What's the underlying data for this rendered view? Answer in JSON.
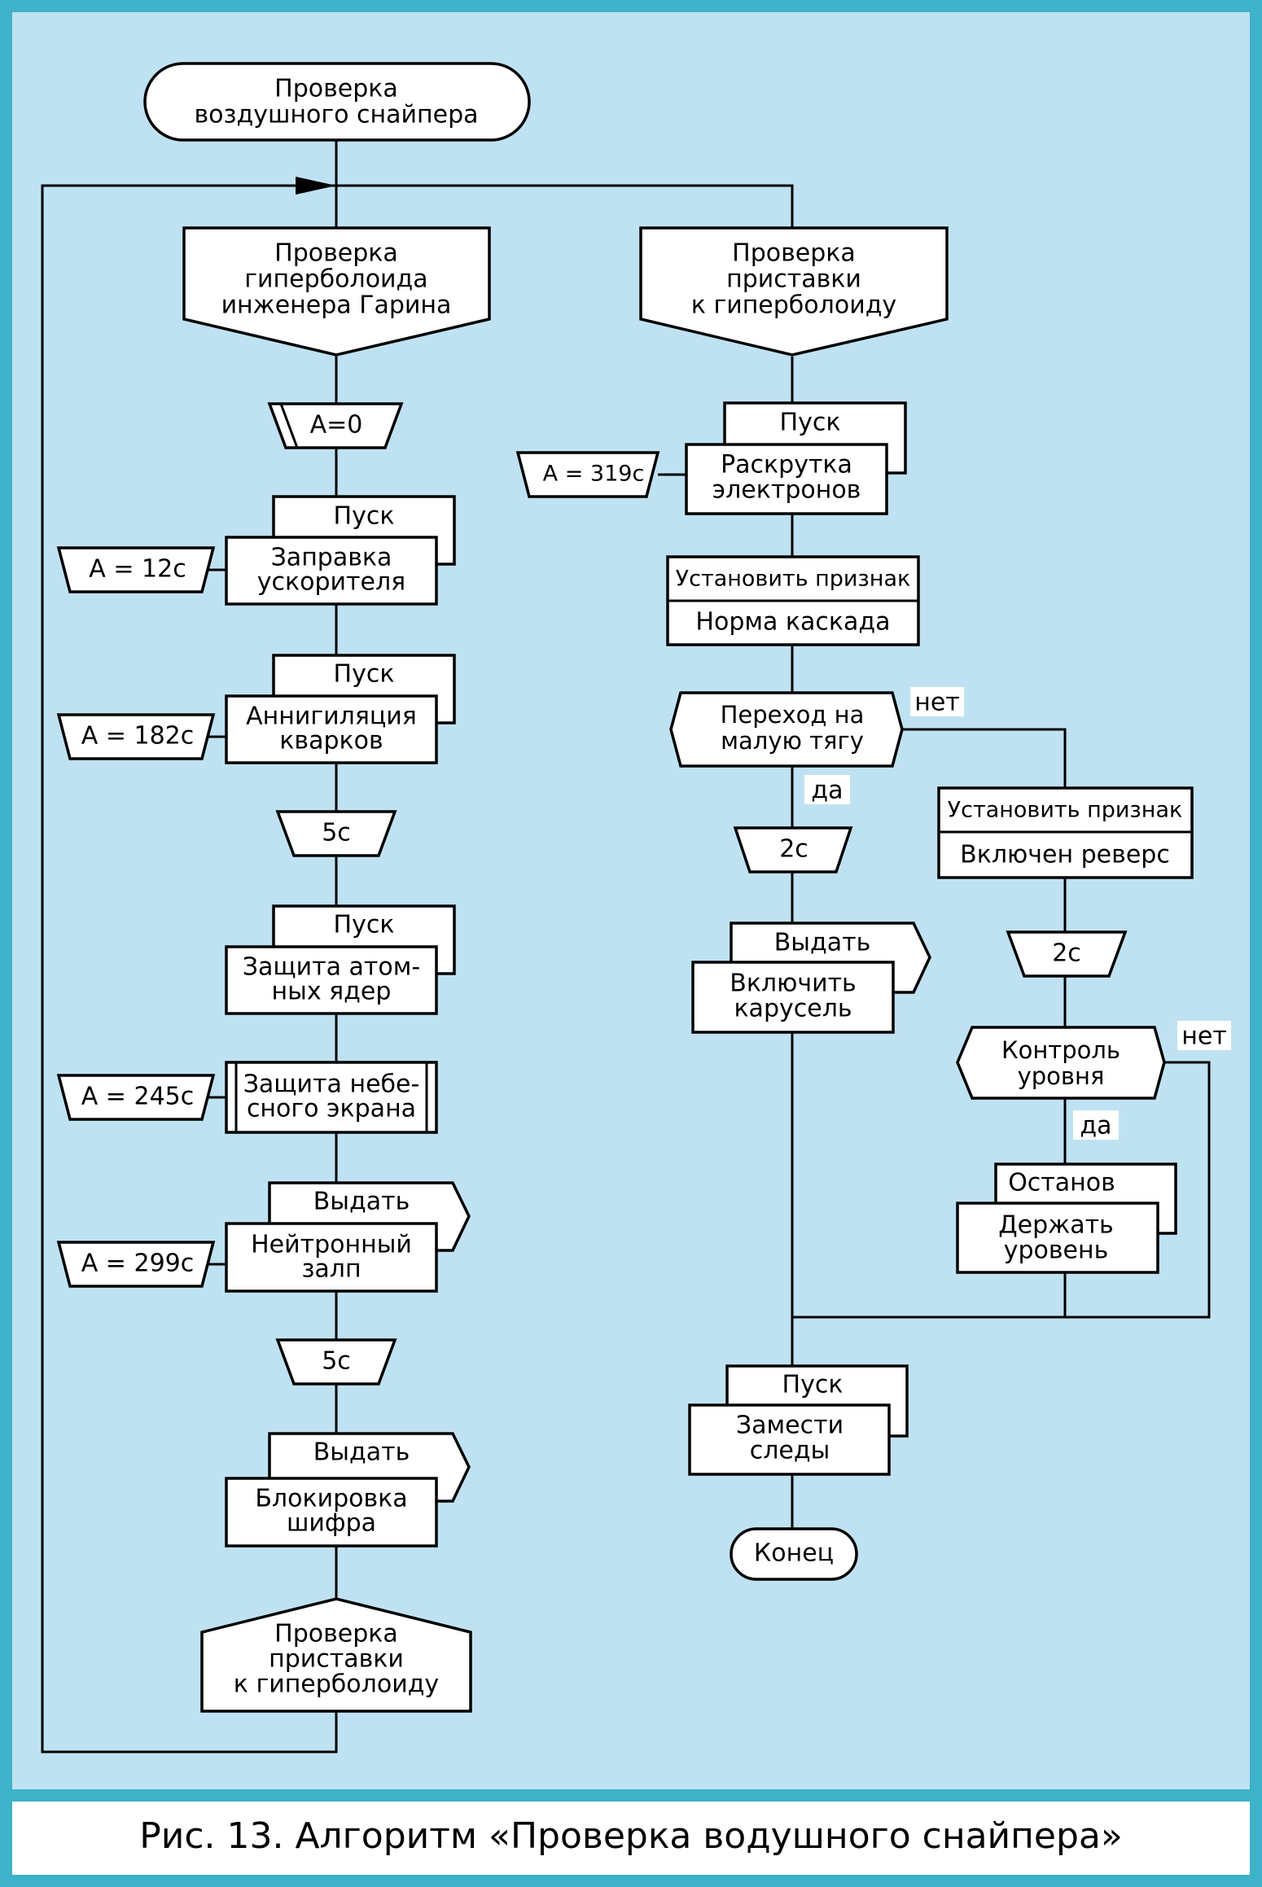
{
  "caption": "Рис. 13. Алгоритм «Проверка водушного снайпера»",
  "start_title": [
    "Проверка",
    "воздушного снайпера"
  ],
  "left_branch": {
    "title": [
      "Проверка",
      "гиперболоида",
      "инженера Гарина"
    ],
    "init": "А=0",
    "step1": {
      "tab": "Пуск",
      "body": [
        "Заправка",
        "ускорителя"
      ],
      "time": "А = 12с"
    },
    "step2": {
      "tab": "Пуск",
      "body": [
        "Аннигиляция",
        "кварков"
      ],
      "time": "А = 182с"
    },
    "wait1": "5с",
    "step3": {
      "tab": "Пуск",
      "body": [
        "Защита атом-",
        "ных ядер"
      ]
    },
    "step4": {
      "body": [
        "Защита небе-",
        "сного экрана"
      ],
      "time": "А = 245с"
    },
    "step5": {
      "tab": "Выдать",
      "body": [
        "Нейтронный",
        "залп"
      ],
      "time": "А = 299с"
    },
    "wait2": "5с",
    "step6": {
      "tab": "Выдать",
      "body": [
        "Блокировка",
        "шифра"
      ]
    },
    "end": [
      "Проверка",
      "приставки",
      "к гиперболоиду"
    ]
  },
  "right_branch": {
    "title": [
      "Проверка",
      "приставки",
      "к гиперболоиду"
    ],
    "step1": {
      "tab": "Пуск",
      "body": [
        "Раскрутка",
        "электронов"
      ],
      "time": "А = 319с"
    },
    "flag1": {
      "top": "Установить признак",
      "bottom": "Норма каскада"
    },
    "decision1": {
      "text": [
        "Переход на",
        "малую тягу"
      ],
      "yes": "да",
      "no": "нет"
    },
    "wait1": "2с",
    "step2": {
      "tab": "Выдать",
      "body": [
        "Включить",
        "карусель"
      ]
    },
    "flag2": {
      "top": "Установить признак",
      "bottom": "Включен реверс"
    },
    "wait2": "2с",
    "decision2": {
      "text": [
        "Контроль",
        "уровня"
      ],
      "yes": "да",
      "no": "нет"
    },
    "step3": {
      "tab": "Останов",
      "body": [
        "Держать",
        "уровень"
      ]
    },
    "step4": {
      "tab": "Пуск",
      "body": [
        "Замести",
        "следы"
      ]
    },
    "end": "Конец"
  }
}
